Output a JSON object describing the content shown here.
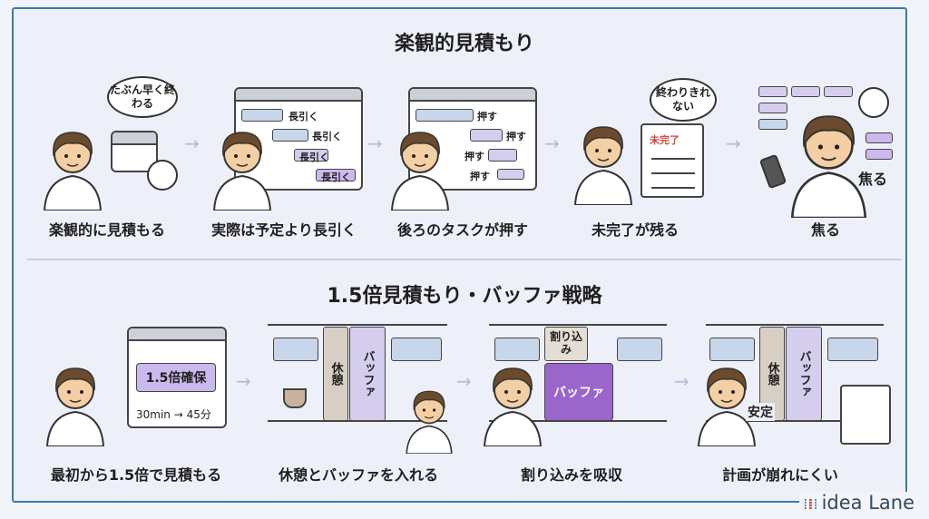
{
  "section1": {
    "title": "楽観的見積もり",
    "steps": [
      {
        "label": "楽観的に見積もる",
        "thought": "たぶん早く終わる"
      },
      {
        "label": "実際は予定より長引く",
        "tags": [
          "長引く",
          "長引く",
          "長引く",
          "長引く"
        ]
      },
      {
        "label": "後ろのタスクが押す",
        "tag": "押す"
      },
      {
        "label": "未完了が残る",
        "thought": "終わりきれない",
        "checklist_item": "未完了"
      },
      {
        "label": "焦る",
        "caption": "焦る"
      }
    ]
  },
  "section2": {
    "title": "1.5倍見積もり・バッファ戦略",
    "steps": [
      {
        "label": "最初から1.5倍で見積もる",
        "block": "1.5倍確保",
        "conversion": "30min → 45分"
      },
      {
        "label": "休憩とバッファを入れる",
        "break": "休憩",
        "buffer": "バッファ"
      },
      {
        "label": "割り込みを吸収",
        "interrupt": "割り込み",
        "buffer": "バッファ"
      },
      {
        "label": "計画が崩れにくい",
        "break": "休憩",
        "buffer": "バッファ",
        "caption": "安定"
      }
    ]
  },
  "brand": {
    "name": "idea Lane"
  },
  "colors": {
    "frame": "#3a7ca5",
    "accent_red": "#d04a3c",
    "buffer": "#9a66cc",
    "break": "#d8cfc4"
  }
}
